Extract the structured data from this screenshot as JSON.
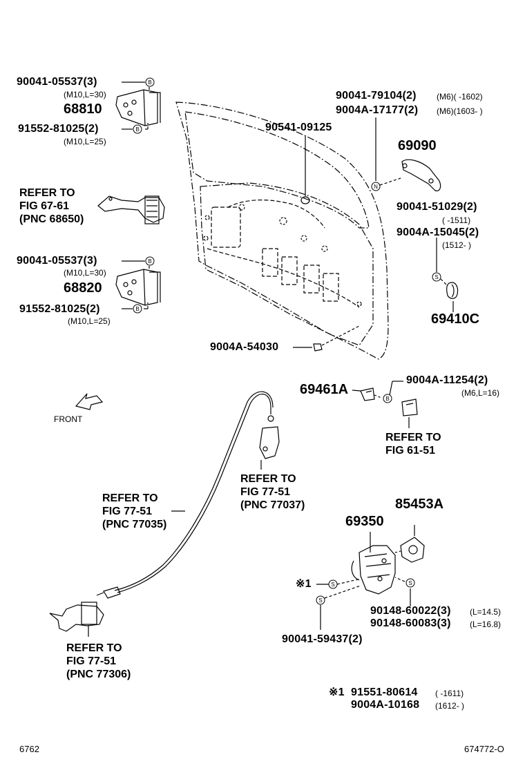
{
  "labels": {
    "hinge_upper_bolt": "90041-05537(3)",
    "hinge_upper_bolt_spec": "(M10,L=30)",
    "hinge_upper": "68810",
    "hinge_upper_nut": "91552-81025(2)",
    "hinge_upper_nut_spec": "(M10,L=25)",
    "refer_67_61": "REFER TO\nFIG 67-61\n(PNC 68650)",
    "hinge_lower_bolt": "90041-05537(3)",
    "hinge_lower_bolt_spec": "(M10,L=30)",
    "hinge_lower": "68820",
    "hinge_lower_nut": "91552-81025(2)",
    "hinge_lower_nut_spec": "(M10,L=25)",
    "plug": "90541-09125",
    "handle_screw_1": "90041-79104(2)",
    "handle_screw_1_spec": "(M6)(      -1602)",
    "handle_screw_2": "9004A-17177(2)",
    "handle_screw_2_spec": "(M6)(1603-     )",
    "handle": "69090",
    "screw_51029": "90041-51029(2)",
    "screw_51029_spec": "(      -1511)",
    "screw_15045": "9004A-15045(2)",
    "screw_15045_spec": "(1512-      )",
    "cover_69410c": "69410C",
    "cushion": "9004A-54030",
    "striker_69461a": "69461A",
    "bolt_11254": "9004A-11254(2)",
    "bolt_11254_spec": "(M6,L=16)",
    "refer_61_51": "REFER TO\nFIG 61-51",
    "front": "FRONT",
    "refer_77037": "REFER TO\nFIG 77-51\n(PNC 77037)",
    "refer_77035": "REFER TO\nFIG 77-51\n(PNC 77035)",
    "refer_77306": "REFER TO\nFIG 77-51\n(PNC 77306)",
    "lock_85453a": "85453A",
    "lock_69350": "69350",
    "mark_ref": "※1",
    "screw_60022": "90148-60022(3)",
    "screw_60022_spec": "(L=14.5)",
    "screw_60083": "90148-60083(3)",
    "screw_60083_spec": "(L=16.8)",
    "screw_59437": "90041-59437(2)",
    "note_mark": "※1",
    "note_pn_1": "91551-80614",
    "note_pn_1_spec": "(      -1611)",
    "note_pn_2": "9004A-10168",
    "note_pn_2_spec": "(1612-      )",
    "footer_left": "6762",
    "footer_right": "674772-O"
  },
  "symbols": {
    "bolt_marker": "B",
    "screw_marker": "S",
    "nut_marker": "N"
  },
  "icons": [
    "front-arrow-icon",
    "hinge-icon",
    "door-check-icon",
    "door-panel-illustration",
    "outside-handle-icon",
    "lock-assembly-icon",
    "cable-icon",
    "striker-icon",
    "cover-icon"
  ],
  "colors": {
    "ink": "#000000",
    "background": "#ffffff"
  }
}
